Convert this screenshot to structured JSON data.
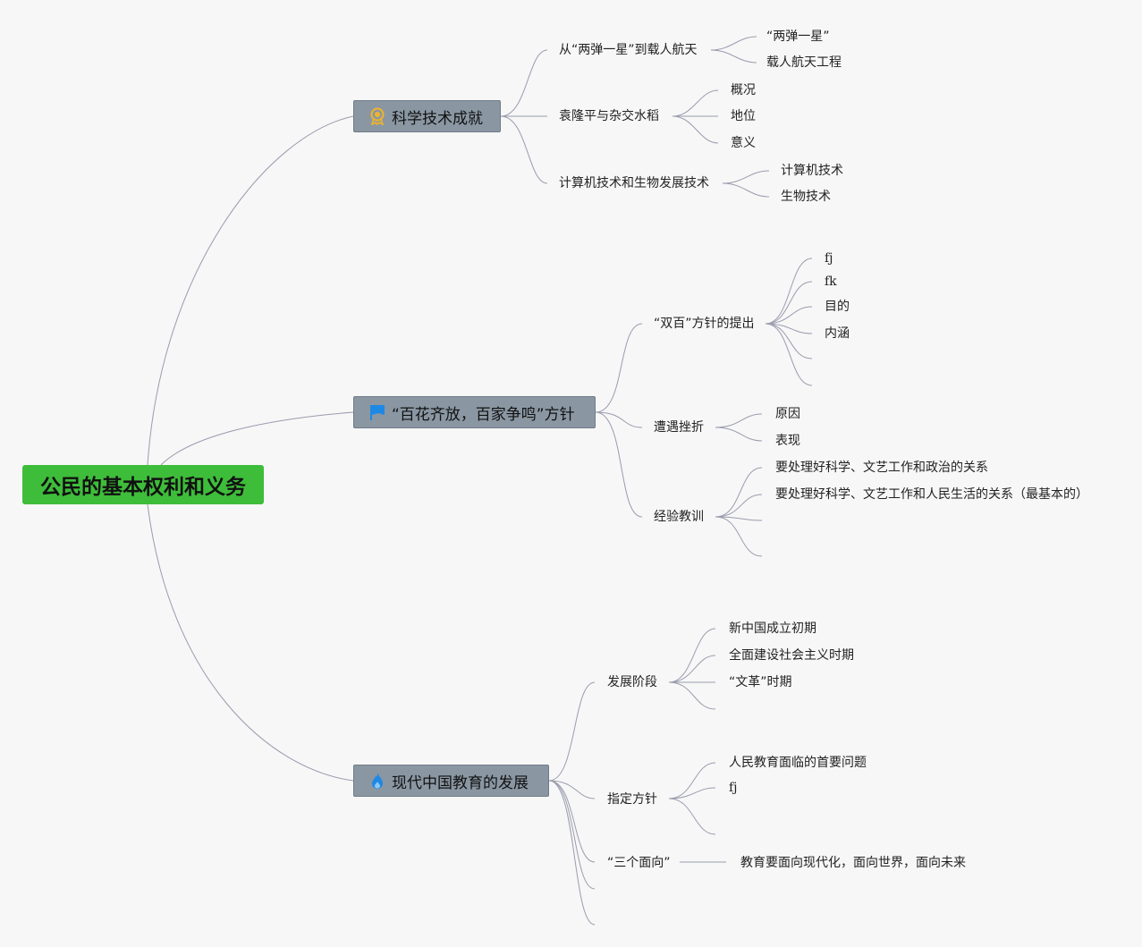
{
  "root": {
    "label": "公民的基本权利和义务"
  },
  "topics": [
    {
      "label": "科学技术成就",
      "icon": "medal-icon",
      "branches": [
        {
          "label": "从“两弹一星”到载人航天",
          "children": [
            "“两弹一星”",
            "载人航天工程"
          ]
        },
        {
          "label": "袁隆平与杂交水稻",
          "children": [
            "概况",
            "地位",
            "意义"
          ]
        },
        {
          "label": "计算机技术和生物发展技术",
          "children": [
            "计算机技术",
            "生物技术"
          ]
        }
      ]
    },
    {
      "label": "“百花齐放，百家争鸣”方针",
      "icon": "flag-icon",
      "branches": [
        {
          "label": "“双百”方针的提出",
          "children": [
            "fj",
            "fk",
            "目的",
            "内涵",
            "",
            ""
          ]
        },
        {
          "label": "遭遇挫折",
          "children": [
            "原因",
            "表现"
          ]
        },
        {
          "label": "经验教训",
          "children": [
            "要处理好科学、文艺工作和政治的关系",
            "要处理好科学、文艺工作和人民生活的关系（最基本的）",
            "",
            ""
          ]
        }
      ]
    },
    {
      "label": "现代中国教育的发展",
      "icon": "flame-icon",
      "branches": [
        {
          "label": "发展阶段",
          "children": [
            "新中国成立初期",
            "全面建设社会主义时期",
            "“文革”时期",
            ""
          ]
        },
        {
          "label": "指定方针",
          "children": [
            "人民教育面临的首要问题",
            "fj",
            ""
          ]
        },
        {
          "label": "“三个面向”",
          "children": [
            "教育要面向现代化，面向世界，面向未来"
          ]
        },
        {
          "label": "",
          "children": []
        },
        {
          "label": "",
          "children": []
        }
      ]
    }
  ],
  "colors": {
    "root": "#3ebd3a",
    "topic": "#8a97a3",
    "line": "#9a9cae",
    "background": "#f7f7f7"
  }
}
